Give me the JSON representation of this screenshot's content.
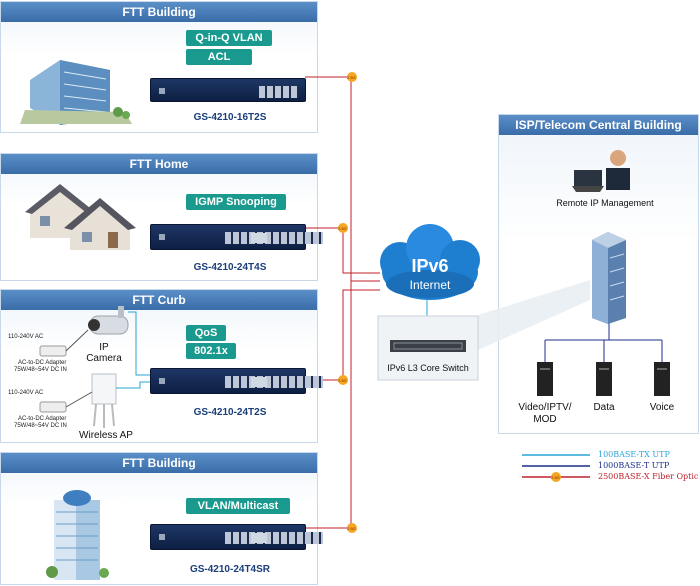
{
  "panels": [
    {
      "title": "FTT Building",
      "tags": [
        "Q-in-Q VLAN",
        "ACL"
      ],
      "model": "GS-4210-16T2S"
    },
    {
      "title": "FTT Home",
      "tags": [
        "IGMP Snooping"
      ],
      "model": "GS-4210-24T4S"
    },
    {
      "title": "FTT Curb",
      "tags": [
        "QoS",
        "802.1x"
      ],
      "model": "GS-4210-24T2S",
      "camera_label": "IP\nCamera",
      "ap_label": "Wireless AP",
      "adapter1": [
        "110-240V AC",
        "AC-to-DC Adapter",
        "75W/48~54V DC IN"
      ],
      "adapter2": [
        "110-240V AC",
        "AC-to-DC Adapter",
        "75W/48~54V DC IN"
      ]
    },
    {
      "title": "FTT Building",
      "tags": [
        "VLAN/Multicast"
      ],
      "model": "GS-4210-24T4SR"
    }
  ],
  "cloud": {
    "line1": "IPv6",
    "line2": "Internet"
  },
  "core_switch_label": "IPv6 L3 Core Switch",
  "isp": {
    "title": "ISP/Telecom Central Building",
    "remote_label": "Remote IP Management",
    "servers": [
      "Video/IPTV/\nMOD",
      "Data",
      "Voice"
    ]
  },
  "legend": [
    {
      "label": "100BASE-TX UTP",
      "color": "#29a3d6"
    },
    {
      "label": "1000BASE-T UTP",
      "color": "#1c2f8c"
    },
    {
      "label": "2500BASE-X Fiber Optic",
      "color": "#c0202a",
      "marker": "2.5G"
    }
  ],
  "fiber_marker": "2.5G"
}
